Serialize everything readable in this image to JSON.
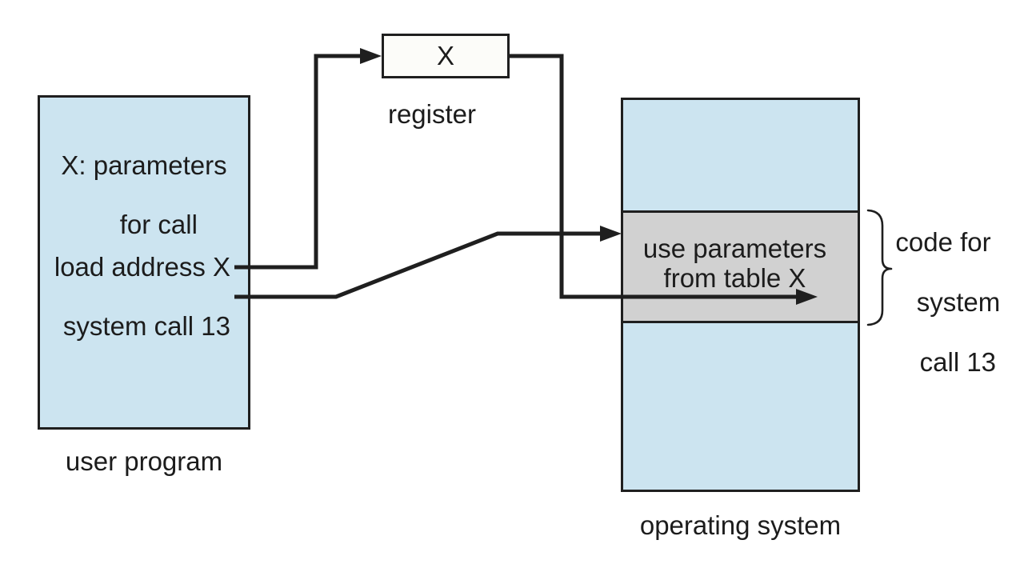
{
  "figure": {
    "colors": {
      "background": "#ffffff",
      "box_fill": "#cce4f0",
      "handler_fill": "#d1d1d1",
      "register_fill": "#fcfcf9",
      "line": "#1f1f1f",
      "text": "#1c1c1c"
    },
    "user_program": {
      "params_note": [
        "X: parameters",
        "for call"
      ],
      "instructions": [
        "load address X",
        "system call 13"
      ],
      "caption": "user program"
    },
    "register": {
      "value": "X",
      "caption": "register"
    },
    "operating_system": {
      "handler": [
        "use parameters",
        "from table X"
      ],
      "caption": "operating system"
    },
    "brace_label": [
      "code for",
      "system",
      "call 13"
    ]
  }
}
